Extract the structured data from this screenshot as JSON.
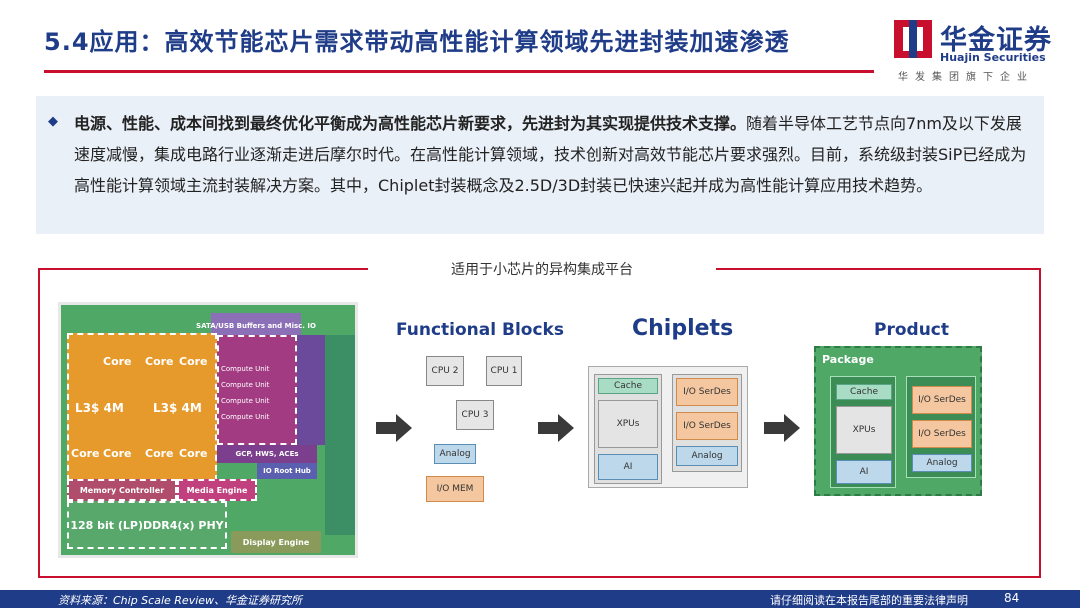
{
  "header": {
    "title": "5.4应用：高效节能芯片需求带动高性能计算领域先进封装加速渗透",
    "logo_cn": "华金证券",
    "logo_en": "Huajin Securities",
    "logo_sub": "华发集团旗下企业",
    "brand_color": "#c8102e",
    "title_color": "#1f3c88"
  },
  "summary": {
    "bullet_icon": "diamond-bullet",
    "bold_text": "电源、性能、成本间找到最终优化平衡成为高性能芯片新要求，先进封为其实现提供技术支撑。",
    "body_text": "随着半导体工艺节点向7nm及以下发展速度减慢，集成电路行业逐渐走进后摩尔时代。在高性能计算领域，技术创新对高效节能芯片要求强烈。目前，系统级封装SiP已经成为高性能计算领域主流封装解决方案。其中，Chiplet封装概念及2.5D/3D封装已快速兴起并成为高性能计算应用技术趋势。"
  },
  "figure": {
    "caption": "适用于小芯片的异构集成平台",
    "die": {
      "core_label": "Core",
      "l3_label": "L3$ 4M",
      "top_io_label": "SATA/USB Buffers and Misc. IO",
      "compute_unit_label": "Compute Unit",
      "gcp_label": "GCP, HWS, ACEs",
      "io_root_label": "IO Root Hub",
      "memory_controller_label": "Memory Controller",
      "media_engine_label": "Media Engine",
      "ddr_label": "128 bit (LP)DDR4(x) PHY",
      "display_engine_label": "Display Engine"
    },
    "functional_blocks": {
      "title": "Functional Blocks",
      "cpu2": "CPU 2",
      "cpu1": "CPU 1",
      "cpu3": "CPU 3",
      "analog": "Analog",
      "io_mem": "I/O MEM"
    },
    "chiplets": {
      "title": "Chiplets",
      "cache": "Cache",
      "xpus": "XPUs",
      "ai": "AI",
      "serdes1": "I/O SerDes",
      "serdes2": "I/O SerDes",
      "analog": "Analog"
    },
    "product": {
      "title": "Product",
      "package": "Package",
      "cache": "Cache",
      "xpus": "XPUs",
      "ai": "AI",
      "serdes1": "I/O SerDes",
      "serdes2": "I/O SerDes",
      "analog": "Analog"
    }
  },
  "footer": {
    "source": "资料来源：Chip Scale Review、华金证券研究所",
    "disclaimer": "请仔细阅读在本报告尾部的重要法律声明",
    "page": "84"
  }
}
